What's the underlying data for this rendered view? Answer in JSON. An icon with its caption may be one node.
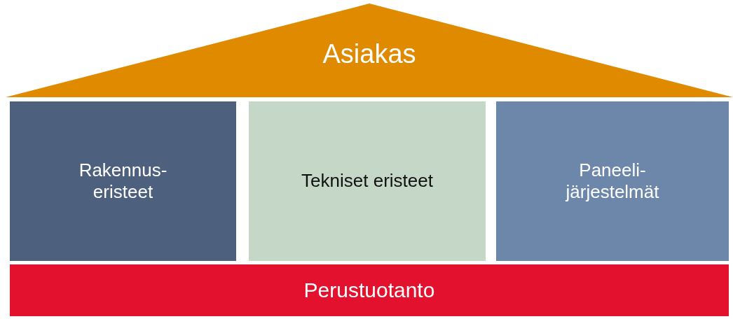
{
  "diagram": {
    "nodes": [
      {
        "text": [
          "Asiakas"
        ]
      },
      {
        "text": [
          "Rakennus- eristeet"
        ]
      },
      {
        "text": [
          "Tekniset eristeet"
        ]
      },
      {
        "text": [
          "Paneeli- järjestelmät"
        ]
      },
      {
        "text": [
          "Perustuotanto"
        ]
      }
    ],
    "edges": []
  }
}
